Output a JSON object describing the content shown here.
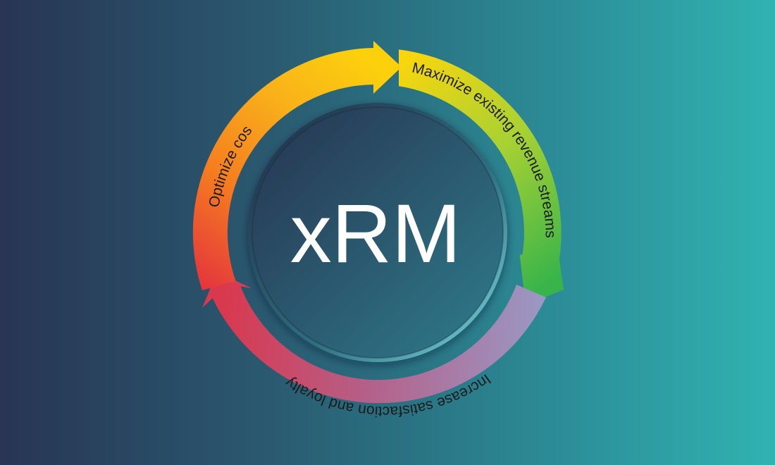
{
  "center": {
    "title": "xRM"
  },
  "segments": [
    {
      "label": "Maximize existing revenue streams",
      "color_start": "#ffd60a",
      "color_end": "#38b44a"
    },
    {
      "label": "Increase satisfaction and loyalty",
      "color_start": "#9a98c4",
      "color_end": "#cc4060"
    },
    {
      "label": "Optimize cost",
      "color_start": "#e4343d",
      "color_end": "#fcd10c"
    }
  ],
  "colors": {
    "background_left": "#283554",
    "background_right": "#31b3b2",
    "disc_dark": "#273350",
    "disc_light": "#2e7d8c"
  }
}
